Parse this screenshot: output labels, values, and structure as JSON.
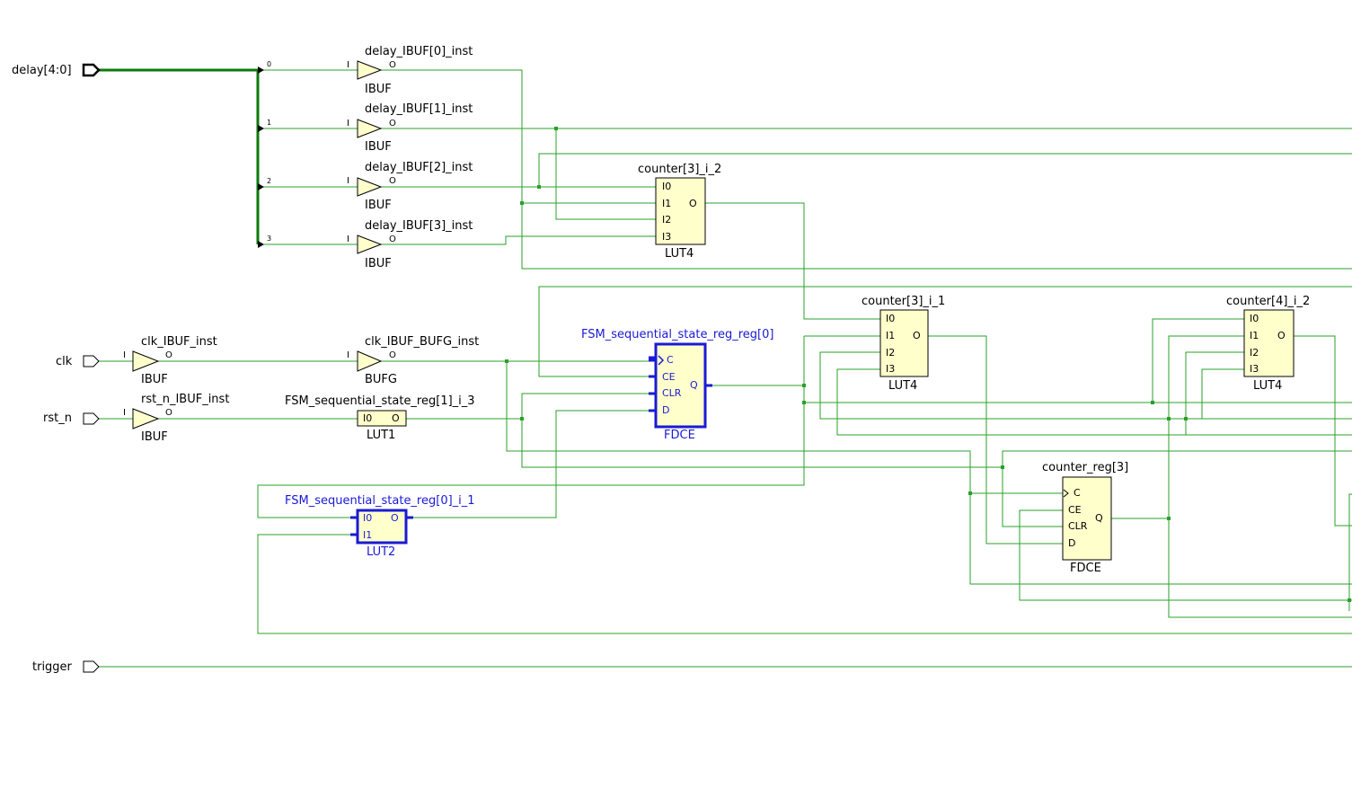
{
  "ports": {
    "delay": "delay[4:0]",
    "clk": "clk",
    "rst_n": "rst_n",
    "trigger": "trigger"
  },
  "bus_bits": [
    "0",
    "1",
    "2",
    "3"
  ],
  "buffers": [
    {
      "name": "delay_IBUF[0]_inst",
      "type": "IBUF",
      "in_pin": "I",
      "out_pin": "O"
    },
    {
      "name": "delay_IBUF[1]_inst",
      "type": "IBUF",
      "in_pin": "I",
      "out_pin": "O"
    },
    {
      "name": "delay_IBUF[2]_inst",
      "type": "IBUF",
      "in_pin": "I",
      "out_pin": "O"
    },
    {
      "name": "delay_IBUF[3]_inst",
      "type": "IBUF",
      "in_pin": "I",
      "out_pin": "O"
    },
    {
      "name": "clk_IBUF_inst",
      "type": "IBUF",
      "in_pin": "I",
      "out_pin": "O"
    },
    {
      "name": "clk_IBUF_BUFG_inst",
      "type": "BUFG",
      "in_pin": "I",
      "out_pin": "O"
    },
    {
      "name": "rst_n_IBUF_inst",
      "type": "IBUF",
      "in_pin": "I",
      "out_pin": "O"
    }
  ],
  "cells": {
    "counter3_i_2": {
      "name": "counter[3]_i_2",
      "type": "LUT4",
      "pins": [
        "I0",
        "I1",
        "I2",
        "I3"
      ],
      "out": "O"
    },
    "counter3_i_1": {
      "name": "counter[3]_i_1",
      "type": "LUT4",
      "pins": [
        "I0",
        "I1",
        "I2",
        "I3"
      ],
      "out": "O"
    },
    "counter4_i_2": {
      "name": "counter[4]_i_2",
      "type": "LUT4",
      "pins": [
        "I0",
        "I1",
        "I2",
        "I3"
      ],
      "out": "O"
    },
    "fsm_reg0": {
      "name": "FSM_sequential_state_reg_reg[0]",
      "type": "FDCE",
      "pins": [
        "C",
        "CE",
        "CLR",
        "D"
      ],
      "out": "Q"
    },
    "fsm_reg1_i3": {
      "name": "FSM_sequential_state_reg[1]_i_3",
      "type": "LUT1",
      "pins": [
        "I0"
      ],
      "out": "O"
    },
    "fsm_reg0_i1": {
      "name": "FSM_sequential_state_reg[0]_i_1",
      "type": "LUT2",
      "pins": [
        "I0",
        "I1"
      ],
      "out": "O"
    },
    "counter_reg3": {
      "name": "counter_reg[3]",
      "type": "FDCE",
      "pins": [
        "C",
        "CE",
        "CLR",
        "D"
      ],
      "out": "Q"
    }
  },
  "colors": {
    "wire": "#2aa02a",
    "bus": "#0b7a0b",
    "selected": "#1a1ad6",
    "cell_fill": "#ffffcc"
  }
}
